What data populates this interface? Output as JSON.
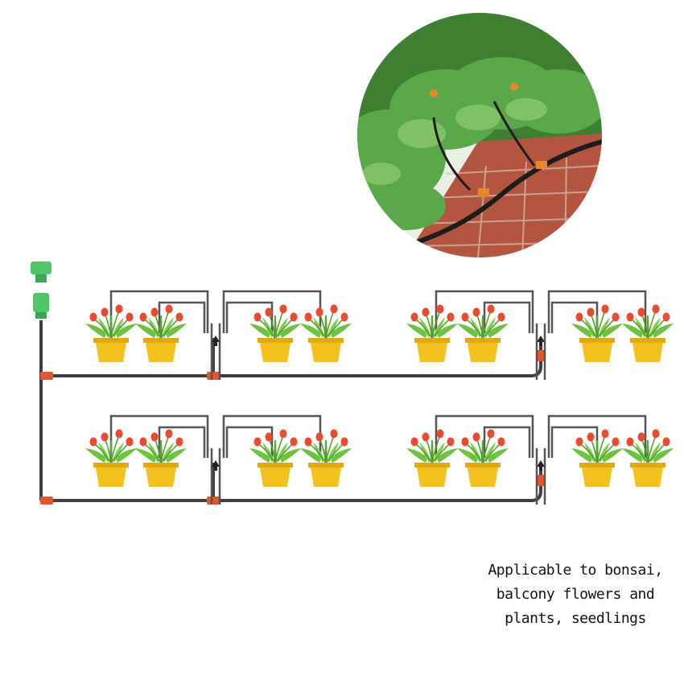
{
  "caption": {
    "line1": "Applicable to bonsai,",
    "line2": "balcony flowers and",
    "line3": "plants, seedlings"
  },
  "colors": {
    "pipe": "#3f3f3f",
    "tube": "#555555",
    "connector": "#e8552a",
    "pot": "#f3c21e",
    "pot_rim": "#e0a90f",
    "flower": "#e84b2f",
    "leaf": "#6ec23f",
    "adapter": "#4fc66a",
    "brick": "#b4553f",
    "foliage": "#4f9a3c"
  },
  "photo": {
    "subject": "drip-irrigation-hose-over-brick-path-with-plants",
    "shape": "circle"
  },
  "diagram": {
    "rows": 2,
    "groups_per_row": 2,
    "pots_per_group": 4,
    "icons": [
      "hose-adapter-icon",
      "tee-connector-icon",
      "flower-pot-icon",
      "dripper-icon"
    ]
  }
}
